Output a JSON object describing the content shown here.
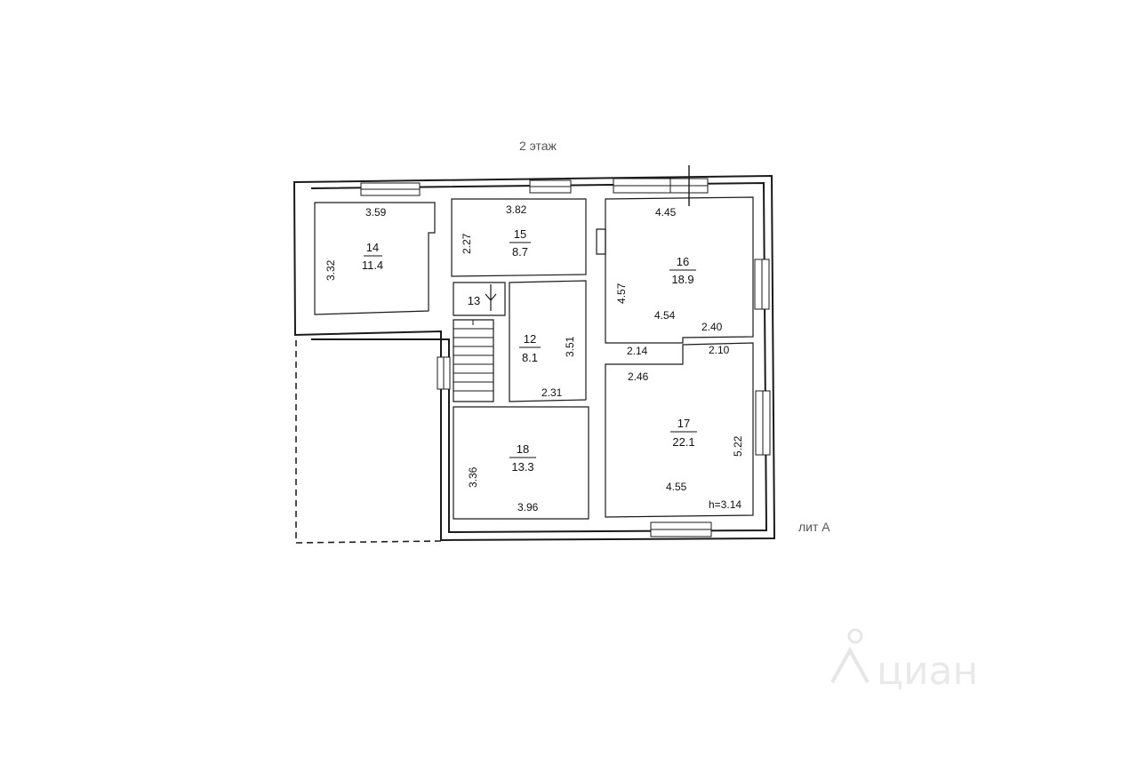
{
  "floor_title": "2 этаж",
  "building_label": "лит А",
  "watermark": "циан",
  "rooms": [
    {
      "id": "room-14",
      "number": "14",
      "area": "11.4"
    },
    {
      "id": "room-15",
      "number": "15",
      "area": "8.7"
    },
    {
      "id": "room-16",
      "number": "16",
      "area": "18.9"
    },
    {
      "id": "room-13",
      "number": "13",
      "area": ""
    },
    {
      "id": "room-12",
      "number": "12",
      "area": "8.1"
    },
    {
      "id": "room-17",
      "number": "17",
      "area": "22.1"
    },
    {
      "id": "room-18",
      "number": "18",
      "area": "13.3"
    }
  ],
  "dimensions": [
    "3.59",
    "3.32",
    "3.82",
    "2.27",
    "4.45",
    "4.57",
    "4.54",
    "2.40",
    "2.14",
    "2.10",
    "3.51",
    "2.31",
    "2.46",
    "5.22",
    "4.55",
    "3.36",
    "3.96"
  ],
  "ceiling_height": "h=3.14"
}
